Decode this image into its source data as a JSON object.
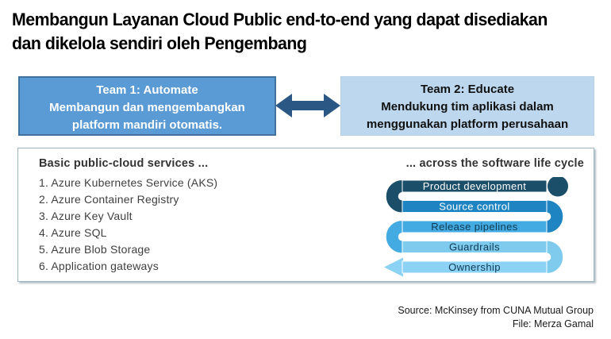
{
  "title": {
    "line1": "Membangun Layanan Cloud Public end-to-end yang dapat disediakan",
    "line2": "dan dikelola sendiri oleh Pengembang"
  },
  "teams": {
    "team1": {
      "title": "Team 1: Automate",
      "line1": "Membangun dan mengembangkan",
      "line2": "platform mandiri otomatis.",
      "fill_color": "#5B9BD5",
      "border_color": "#41719C",
      "text_color": "#FFFFFF"
    },
    "arrow": {
      "color": "#2A5783"
    },
    "team2": {
      "title": "Team 2: Educate",
      "line1": "Mendukung tim aplikasi dalam",
      "line2": "menggunakan platform perusahaan",
      "fill_color": "#BDD7EE",
      "text_color": "#111111"
    }
  },
  "panel": {
    "border_color": "#9FB6C4",
    "left": {
      "header": "Basic public-cloud services ...",
      "items": [
        "1. Azure Kubernetes Service (AKS)",
        "2. Azure Container Registry",
        "3. Azure Key Vault",
        "4. Azure SQL",
        "5. Azure Blob Storage",
        "6. Application gateways"
      ]
    },
    "right": {
      "header": "... across the software life cycle",
      "stages": [
        {
          "label": "Product development",
          "color": "#1B4E68",
          "text_color": "#FFFFFF"
        },
        {
          "label": "Source control",
          "color": "#1F85C2",
          "text_color": "#FFFFFF"
        },
        {
          "label": "Release pipelines",
          "color": "#44ABE2",
          "text_color": "#103A52"
        },
        {
          "label": "Guardrails",
          "color": "#7ECBEE",
          "text_color": "#103A52"
        },
        {
          "label": "Ownership",
          "color": "#8CD2F4",
          "text_color": "#103A52"
        }
      ]
    }
  },
  "footer": {
    "source": "Source: McKinsey from CUNA Mutual Group",
    "file": "File: Merza Gamal"
  }
}
